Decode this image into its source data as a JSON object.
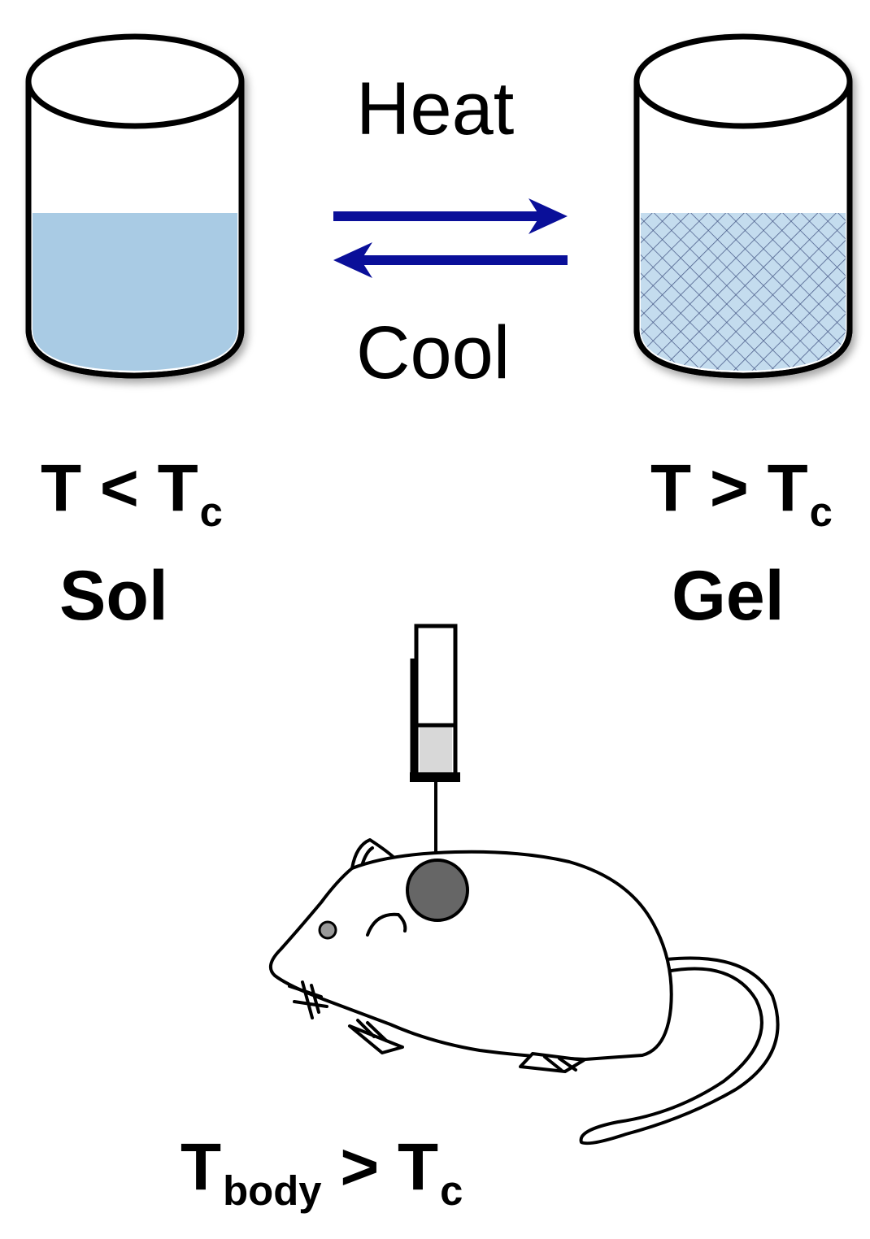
{
  "arrows": {
    "forward_label": "Heat",
    "reverse_label": "Cool",
    "color": "#0a0f99"
  },
  "left_state": {
    "condition": {
      "var": "T",
      "operator": "<",
      "ref": "T",
      "ref_sub": "c"
    },
    "phase": "Sol",
    "fill_color": "#a9cbe4"
  },
  "right_state": {
    "condition": {
      "var": "T",
      "operator": ">",
      "ref": "T",
      "ref_sub": "c"
    },
    "phase": "Gel",
    "fill_color": "#c4dcee",
    "mesh_color": "#4d5f8c"
  },
  "injection": {
    "condition": {
      "var": "T",
      "var_sub": "body",
      "operator": ">",
      "ref": "T",
      "ref_sub": "c"
    },
    "tumor_color": "#666666",
    "syringe_fill_color": "#d8d8d8"
  }
}
